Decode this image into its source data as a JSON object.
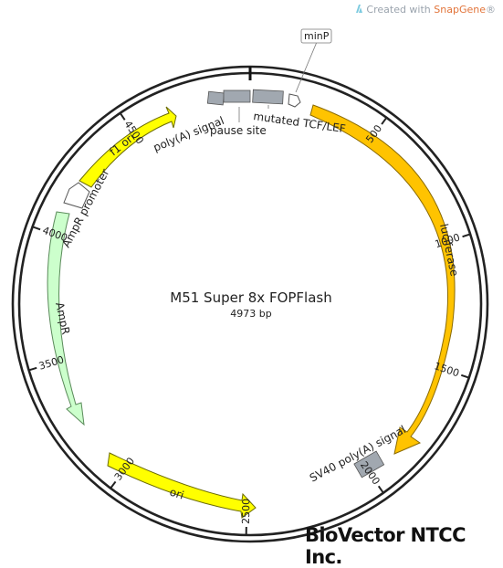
{
  "credit": {
    "prefix": "Created with",
    "brand": "SnapGene",
    "mark": "®"
  },
  "plasmid": {
    "name": "M51 Super 8x FOPFlash",
    "length_label": "4973 bp",
    "length": 4973
  },
  "ticks": [
    {
      "label": "500"
    },
    {
      "label": "1000"
    },
    {
      "label": "1500"
    },
    {
      "label": "2000"
    },
    {
      "label": "2500"
    },
    {
      "label": "3000"
    },
    {
      "label": "3500"
    },
    {
      "label": "4000"
    },
    {
      "label": "4500"
    }
  ],
  "features": {
    "poly_a_signal": "poly(A) signal",
    "pause_site": "pause site",
    "mutated_tcf": "mutated TCF/LEF",
    "minp": "minP",
    "luciferase": "luciferase",
    "sv40": "SV40 poly(A) signal",
    "ori": "ori",
    "ampr": "AmpR",
    "ampr_promoter": "AmpR promoter",
    "f1_ori": "f1 ori"
  },
  "colors": {
    "yellow": "#ffff00",
    "orange": "#ffc300",
    "green": "#ccffcc",
    "gray": "#a1a8b0",
    "white": "#ffffff"
  },
  "logo": "BioVector NTCC Inc."
}
